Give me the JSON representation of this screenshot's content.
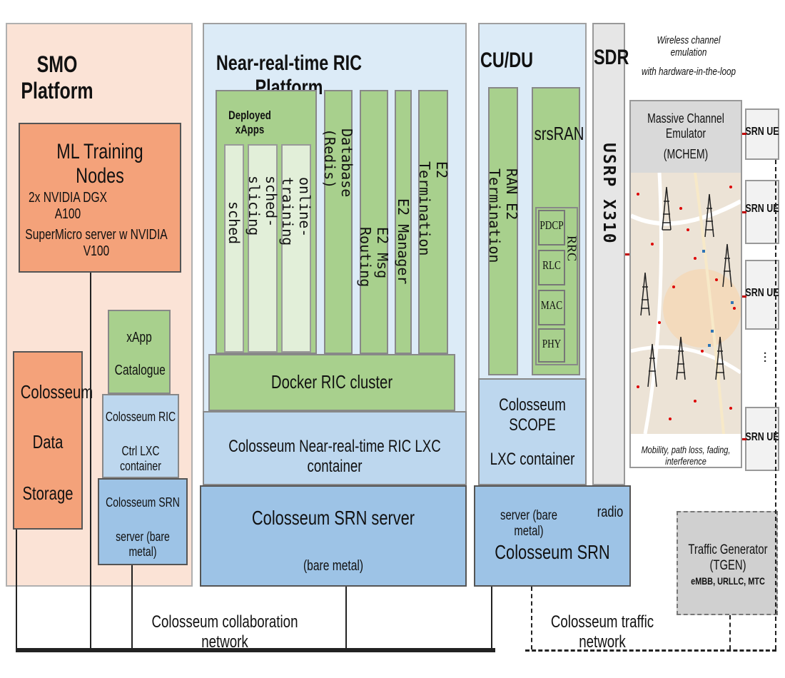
{
  "colors": {
    "smo_bg": "#fbe3d6",
    "ml_nodes": "#f4a27a",
    "ric_bg": "#dcebf7",
    "ric_green": "#a8d08d",
    "xapp_green": "#c5e0b3",
    "xapp_light": "#e2efd9",
    "container_blue": "#bdd7ee",
    "server_blue": "#9dc3e6",
    "sdr_gray": "#e6e6e6",
    "mchem_header": "#d9d9d9",
    "tgen_gray": "#d0d0d0"
  },
  "smo": {
    "title": "SMO Platform",
    "ml": {
      "title": "ML Training Nodes",
      "line1": "2x NVIDIA DGX A100",
      "line2": "SuperMicro server w NVIDIA V100"
    },
    "storage": {
      "l1": "Colosseum",
      "l2": "Data",
      "l3": "Storage"
    },
    "xapp_catalogue": {
      "l1": "xApp",
      "l2": "Catalogue"
    },
    "ric_ctrl": {
      "l1": "Colosseum RIC",
      "l2": "Ctrl LXC container"
    },
    "srn_server": {
      "l1": "Colosseum SRN",
      "l2": "server (bare metal)"
    }
  },
  "ric": {
    "title": "Near-real-time RIC Platform",
    "deployed_label": "Deployed xApps",
    "xapps": [
      "sched",
      "sched-\nslicing",
      "online-\ntraining"
    ],
    "components": [
      "Database\n(Redis)",
      "E2 Msg\nRouting",
      "E2 Manager",
      "E2\nTermination"
    ],
    "docker": "Docker RIC cluster",
    "lxc": "Colosseum Near-real-time RIC LXC container",
    "server": {
      "l1": "Colosseum SRN server",
      "l2": "(bare metal)"
    }
  },
  "cudu": {
    "title": "CU/DU",
    "ran_e2": "RAN E2\nTermination",
    "srsran": "srsRAN",
    "stack": [
      "PDCP",
      "RLC",
      "MAC",
      "PHY"
    ],
    "rrc": "RRC",
    "scope": {
      "l1": "Colosseum SCOPE",
      "l2": "LXC container"
    },
    "srn": {
      "server": "server (bare metal)",
      "radio": "radio",
      "name": "Colosseum SRN"
    }
  },
  "sdr": {
    "title": "SDR",
    "usrp": "USRP X310"
  },
  "mchem": {
    "caption_l1": "Wireless channel emulation",
    "caption_l2": "with hardware-in-the-loop",
    "title_l1": "Massive Channel Emulator",
    "title_l2": "(MCHEM)",
    "footer": "Mobility, path loss, fading, interference",
    "ue_label": "SRN UE",
    "ellipsis": "..."
  },
  "tgen": {
    "title": "Traffic Generator (TGEN)",
    "sub": "eMBB, URLLC, MTC"
  },
  "networks": {
    "collab": "Colosseum collaboration network",
    "traffic": "Colosseum traffic network"
  }
}
